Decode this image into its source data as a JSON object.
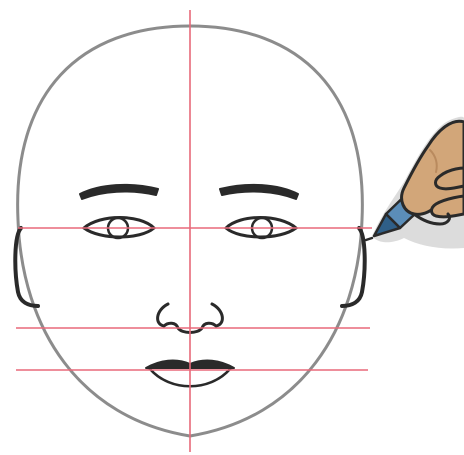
{
  "illustration": {
    "subject": "face-proportion-drawing",
    "colors": {
      "background": "#ffffff",
      "outline": "#8c8c8c",
      "feature_ink": "#2a2a2a",
      "guide_line": "#e8697a",
      "skin": "#d2a679",
      "skin_shadow": "#b98a5e",
      "hand_halo": "#dcdcdc",
      "pencil_body": "#5b8db8",
      "pencil_tip": "#2f5f88"
    },
    "icons": [
      "head-outline",
      "eyebrow",
      "eye",
      "nose",
      "mouth",
      "ear",
      "drawing-hand",
      "pencil"
    ]
  }
}
